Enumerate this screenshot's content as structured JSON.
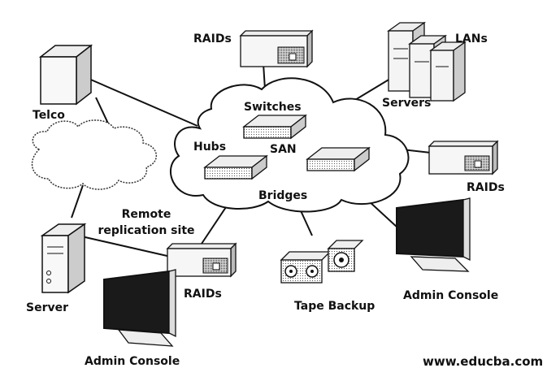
{
  "labels": {
    "telco": "Telco",
    "raids_top": "RAIDs",
    "lans": "LANs",
    "servers": "Servers",
    "switches": "Switches",
    "hubs": "Hubs",
    "san": "SAN",
    "bridges": "Bridges",
    "raids_right": "RAIDs",
    "remote_line1": "Remote",
    "remote_line2": "replication site",
    "raids_bottom": "RAIDs",
    "server": "Server",
    "tape_backup": "Tape Backup",
    "admin_console_right": "Admin Console",
    "admin_console_left": "Admin Console"
  },
  "watermark": "www.educba.com",
  "colors": {
    "ink": "#111111",
    "background": "#ffffff",
    "device_fill": "#f4f4f4",
    "screen": "#1a1a1a"
  }
}
